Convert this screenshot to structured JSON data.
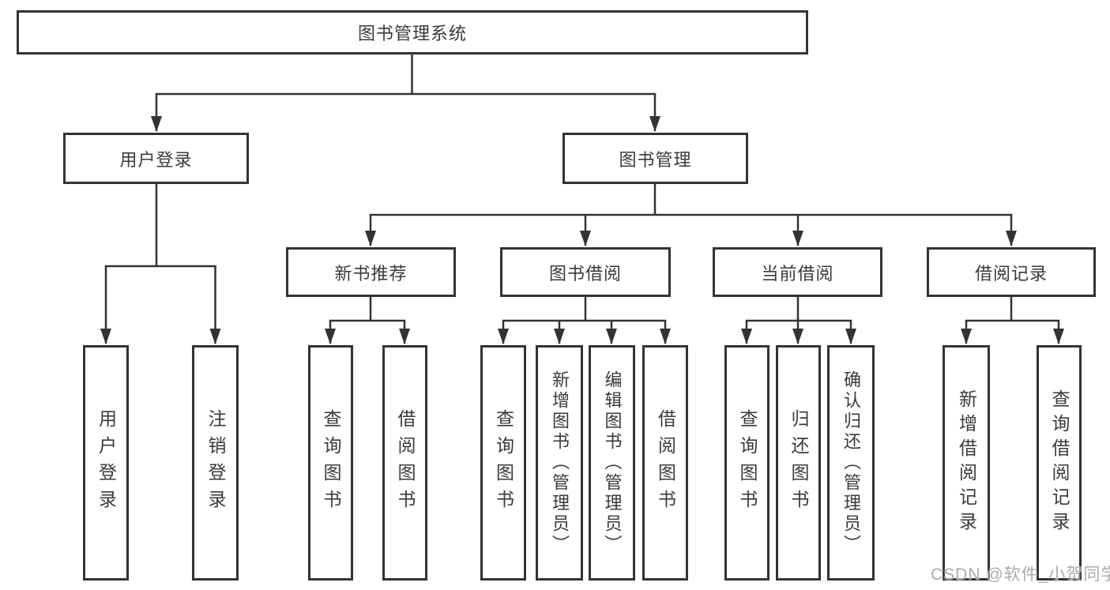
{
  "diagram": {
    "root": {
      "label": "图书管理系统"
    },
    "level2": [
      {
        "label": "用户登录"
      },
      {
        "label": "图书管理"
      }
    ],
    "level3": [
      {
        "label": "新书推荐"
      },
      {
        "label": "图书借阅"
      },
      {
        "label": "当前借阅"
      },
      {
        "label": "借阅记录"
      }
    ],
    "leaves": [
      {
        "label": "用户登录"
      },
      {
        "label": "注销登录"
      },
      {
        "label": "查询图书"
      },
      {
        "label": "借阅图书"
      },
      {
        "label": "查询图书"
      },
      {
        "label": "新增图书（管理员）"
      },
      {
        "label": "编辑图书（管理员）"
      },
      {
        "label": "借阅图书"
      },
      {
        "label": "查询图书"
      },
      {
        "label": "归还图书"
      },
      {
        "label": "确认归还（管理员）"
      },
      {
        "label": "新增借阅记录"
      },
      {
        "label": "查询借阅记录"
      }
    ]
  },
  "watermark": "CSDN @软件_小贺同学",
  "colors": {
    "line": "#333333",
    "box_border": "#333333",
    "text": "#3a3a3a",
    "watermark": "#ababab",
    "background": "#ffffff"
  }
}
